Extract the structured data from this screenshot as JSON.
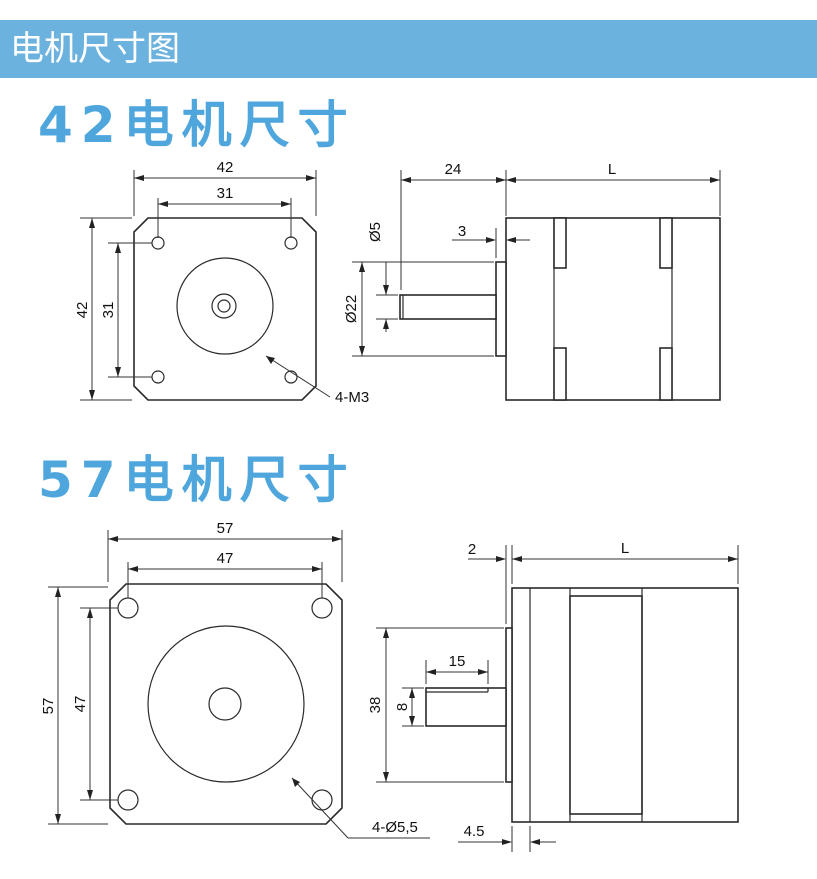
{
  "banner": {
    "title": "电机尺寸图"
  },
  "motor42": {
    "title": "42电机尺寸",
    "front": {
      "width": "42",
      "hole_spacing_top": "31",
      "height": "42",
      "hole_spacing_side": "31",
      "holes": "4-M3"
    },
    "side": {
      "shaft_length": "24",
      "body_length": "L",
      "shaft_diameter": "Ø5",
      "boss_thickness": "3",
      "boss_diameter": "Ø22"
    }
  },
  "motor57": {
    "title": "57电机尺寸",
    "front": {
      "width": "57",
      "hole_spacing_top": "47",
      "height": "57",
      "hole_spacing_side": "47",
      "holes": "4-Ø5,5"
    },
    "side": {
      "boss_thickness": "2",
      "body_length": "L",
      "flat_length": "15",
      "boss_diameter": "38",
      "shaft_diameter": "8",
      "flange_thickness": "4.5"
    }
  }
}
